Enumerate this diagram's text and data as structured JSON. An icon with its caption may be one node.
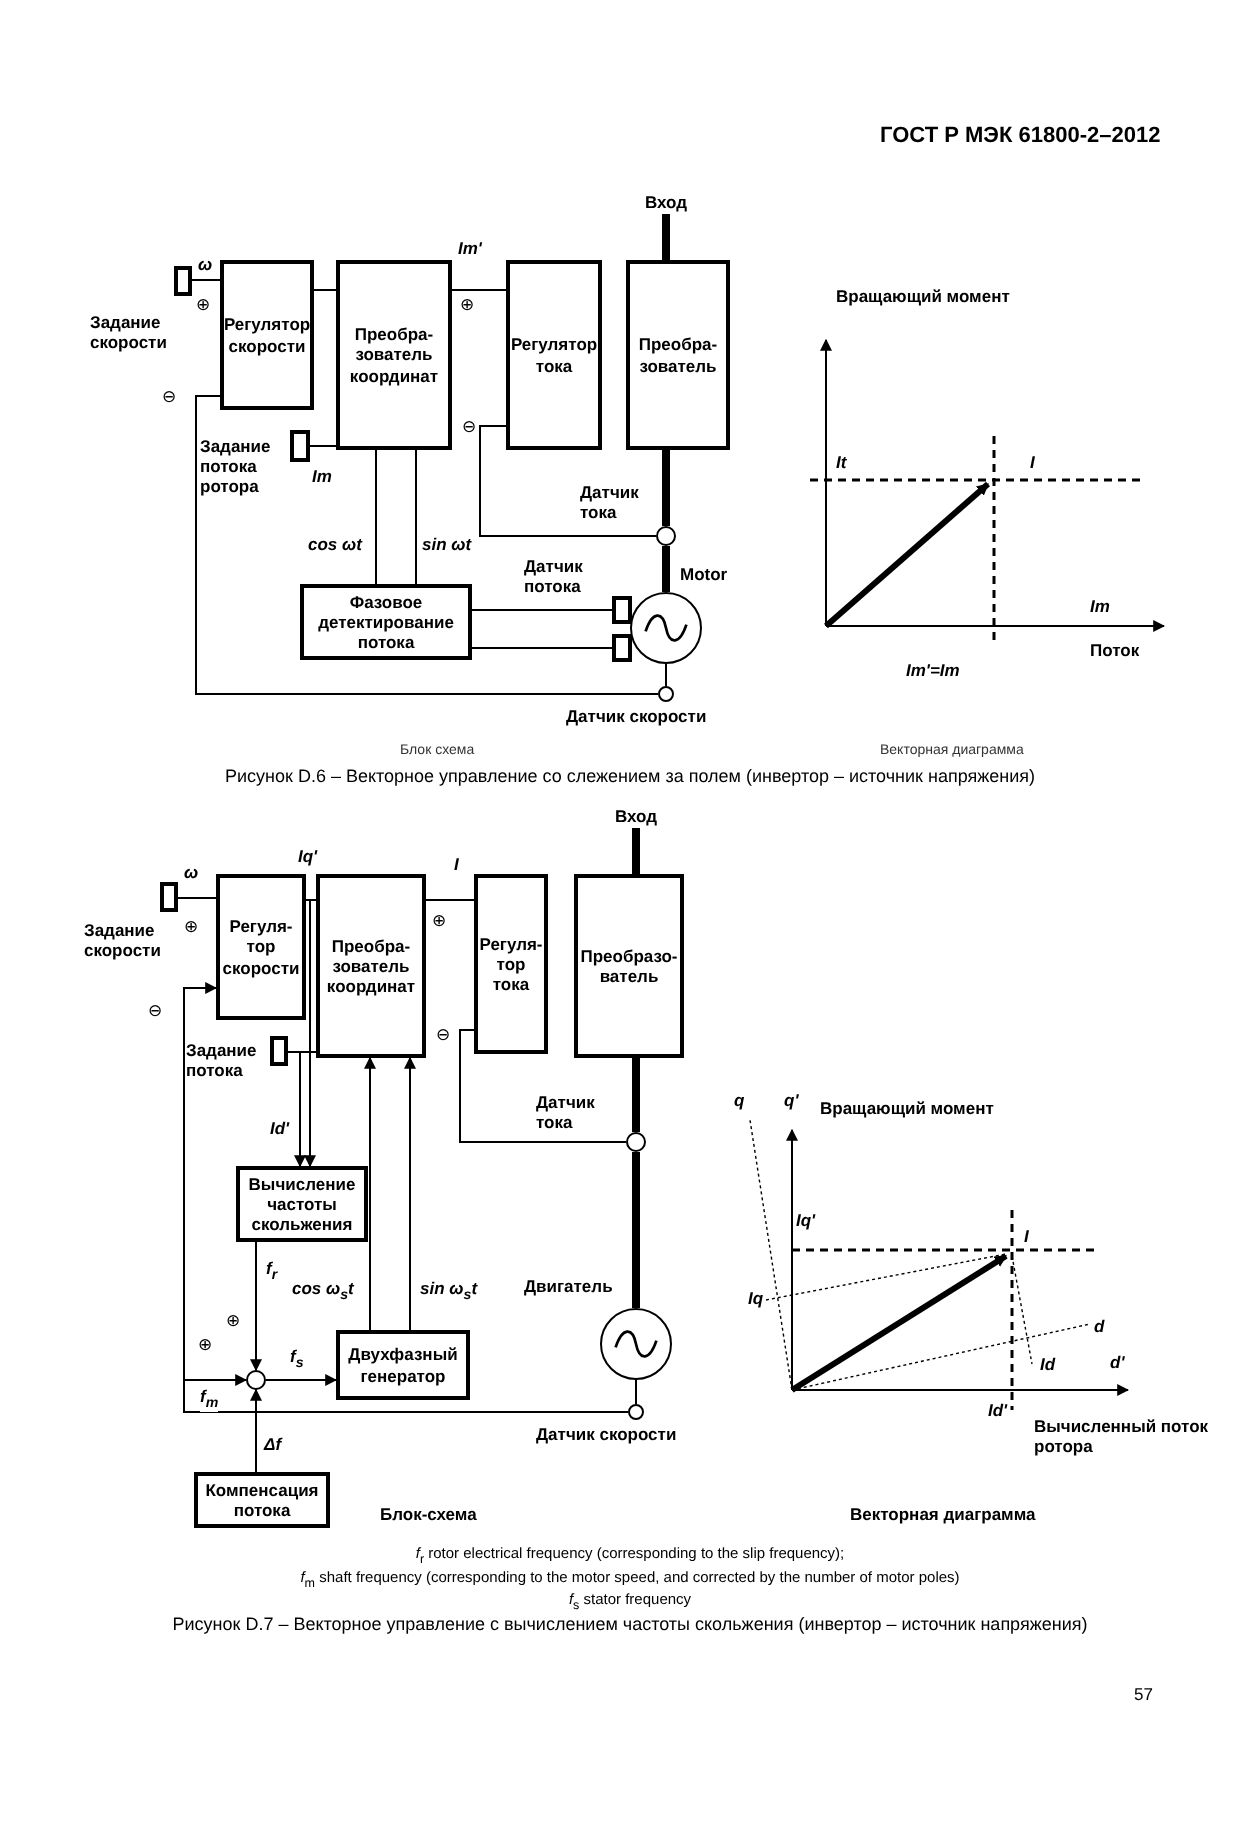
{
  "diagram": {
    "nodes": [
      {
        "text": [],
        "shape": "box",
        "beside": [
          "Задание скорости"
        ]
      },
      {
        "text": [
          "Регулятор скорости"
        ]
      },
      {
        "text": [
          "Преобра-зователь координат"
        ]
      },
      {
        "text": [
          "Регулятор тока"
        ]
      },
      {
        "text": [
          "Преобра-зователь"
        ]
      },
      {
        "text": [],
        "shape": "box",
        "beside": [
          "Задание потока ротора"
        ]
      },
      {
        "text": [
          "Фазовое детектирование потока"
        ]
      },
      {
        "text": [],
        "shape": "box",
        "beside": [
          "Датчик потока"
        ]
      },
      {
        "text": [],
        "shape": "box"
      },
      {
        "text": [],
        "shape": "circle",
        "beside": [
          "Motor"
        ]
      },
      {
        "text": [],
        "shape": "circle",
        "beside": [
          "Датчик тока"
        ]
      },
      {
        "text": [],
        "shape": "circle",
        "beside": [
          "Датчик скорости"
        ]
      },
      {
        "text": [
          "Вход"
        ]
      },
      {
        "text": [],
        "shape": "box",
        "beside": [
          "Задание скорости"
        ]
      },
      {
        "text": [
          "Регуля-тор скорости"
        ]
      },
      {
        "text": [
          "Преобра-зователь координат"
        ]
      },
      {
        "text": [
          "Регуля-тор тока"
        ]
      },
      {
        "text": [
          "Преобразо-ватель"
        ]
      },
      {
        "text": [],
        "shape": "box",
        "beside": [
          "Задание потока"
        ]
      },
      {
        "text": [
          "Вычисление частоты скольжения"
        ]
      },
      {
        "text": [],
        "shape": "circle"
      },
      {
        "text": [
          "Двухфазный генератор"
        ]
      },
      {
        "text": [
          "Компенсация потока"
        ]
      },
      {
        "text": [],
        "shape": "circle",
        "beside": [
          "Двигатель"
        ]
      },
      {
        "text": [],
        "shape": "circle",
        "beside": [
          "Датчик тока"
        ]
      },
      {
        "text": [],
        "shape": "circle",
        "beside": [
          "Датчик скорости"
        ]
      },
      {
        "text": [
          "Вход"
        ]
      }
    ],
    "edges": [
      {
        "from": 0,
        "to": 1,
        "arrow": "none",
        "label": "ω"
      },
      {
        "from": 11,
        "to": 1,
        "arrow": "none"
      },
      {
        "from": 1,
        "to": 2,
        "arrow": "none"
      },
      {
        "from": 2,
        "to": 3,
        "arrow": "none",
        "label": "Im'"
      },
      {
        "from": 5,
        "to": 2,
        "arrow": "none",
        "label": "Im"
      },
      {
        "from": 2,
        "to": 6,
        "arrow": "none",
        "label": "cos ωt"
      },
      {
        "from": 2,
        "to": 6,
        "arrow": "none",
        "label": "sin ωt"
      },
      {
        "from": 7,
        "to": 6,
        "arrow": "none"
      },
      {
        "from": 8,
        "to": 6,
        "arrow": "none"
      },
      {
        "from": 10,
        "to": 3,
        "arrow": "none"
      },
      {
        "from": 12,
        "to": 4,
        "arrow": "none",
        "style": "thick"
      },
      {
        "from": 4,
        "to": 10,
        "arrow": "none",
        "style": "thick"
      },
      {
        "from": 10,
        "to": 9,
        "arrow": "none",
        "style": "thick"
      },
      {
        "from": 9,
        "to": 11,
        "arrow": "none"
      },
      {
        "from": 13,
        "to": 14,
        "arrow": "none",
        "label": "ω"
      },
      {
        "from": 25,
        "to": 14,
        "arrow": "to"
      },
      {
        "from": 25,
        "to": 20,
        "arrow": "to",
        "label": "f$_{m}$"
      },
      {
        "from": 14,
        "to": 15,
        "arrow": "none",
        "label": "Iq'"
      },
      {
        "from": 14,
        "to": 19,
        "arrow": "to"
      },
      {
        "from": 18,
        "to": 15,
        "arrow": "none"
      },
      {
        "from": 18,
        "to": 19,
        "arrow": "to",
        "label": "Id'"
      },
      {
        "from": 15,
        "to": 16,
        "arrow": "none",
        "label": "I"
      },
      {
        "from": 24,
        "to": 16,
        "arrow": "none"
      },
      {
        "from": 26,
        "to": 17,
        "arrow": "none",
        "style": "thick"
      },
      {
        "from": 17,
        "to": 24,
        "arrow": "none",
        "style": "thick"
      },
      {
        "from": 24,
        "to": 23,
        "arrow": "none",
        "style": "thick"
      },
      {
        "from": 23,
        "to": 25,
        "arrow": "none"
      },
      {
        "from": 19,
        "to": 20,
        "arrow": "to",
        "label": "f$_{r}$"
      },
      {
        "from": 20,
        "to": 21,
        "arrow": "to",
        "label": "f$_{s}$"
      },
      {
        "from": 22,
        "to": 20,
        "arrow": "to",
        "label": "Δf"
      },
      {
        "from": 21,
        "to": 15,
        "arrow": "to",
        "label": "cos ω$_{s}$t"
      },
      {
        "from": 21,
        "to": 15,
        "arrow": "to",
        "label": "sin ω$_{s}$t"
      }
    ],
    "labels": [
      "ГОСТ Р МЭК 61800-2–2012",
      "⊕",
      "⊕",
      "⊖",
      "⊖",
      "Вращающий момент",
      "It",
      "I",
      "Im",
      "Поток",
      "Im'=Im",
      "Блок схема",
      "Векторная диаграмма",
      "Рисунок D.6 – Векторное управление со слежением за полем (инвертор – источник напряжения)",
      "⊕",
      "⊖",
      "⊕",
      "⊖",
      "⊕",
      "⊕",
      "q",
      "q'",
      "Вращающий момент",
      "Iq'",
      "I",
      "Iq",
      "d",
      "Id",
      "d'",
      "Id'",
      "Вычисленный поток ротора",
      "Блок-схема",
      "Векторная диаграмма",
      "*f*$_{r}$ rotor electrical frequency (corresponding to the slip frequency);",
      "*f*$_{m}$ shaft frequency (corresponding to the motor speed, and corrected by the number of motor poles)",
      "*f*$_{s}$ stator frequency",
      "Рисунок D.7 – Векторное управление с вычислением частоты скольжения (инвертор – источник напряжения)",
      "57"
    ]
  }
}
